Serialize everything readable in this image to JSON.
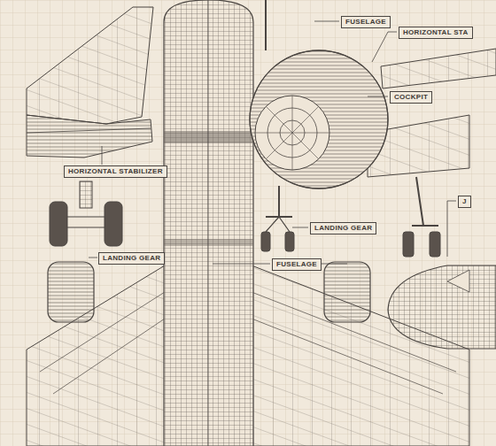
{
  "diagram": {
    "labels": [
      "FUSELAGE",
      "HORIZONTAL STA",
      "COCKPIT",
      "HORIZONTAL STABILIZER",
      "LANDING GEAR",
      "LANDING GEAR",
      "FUSELAGE",
      "J"
    ]
  }
}
